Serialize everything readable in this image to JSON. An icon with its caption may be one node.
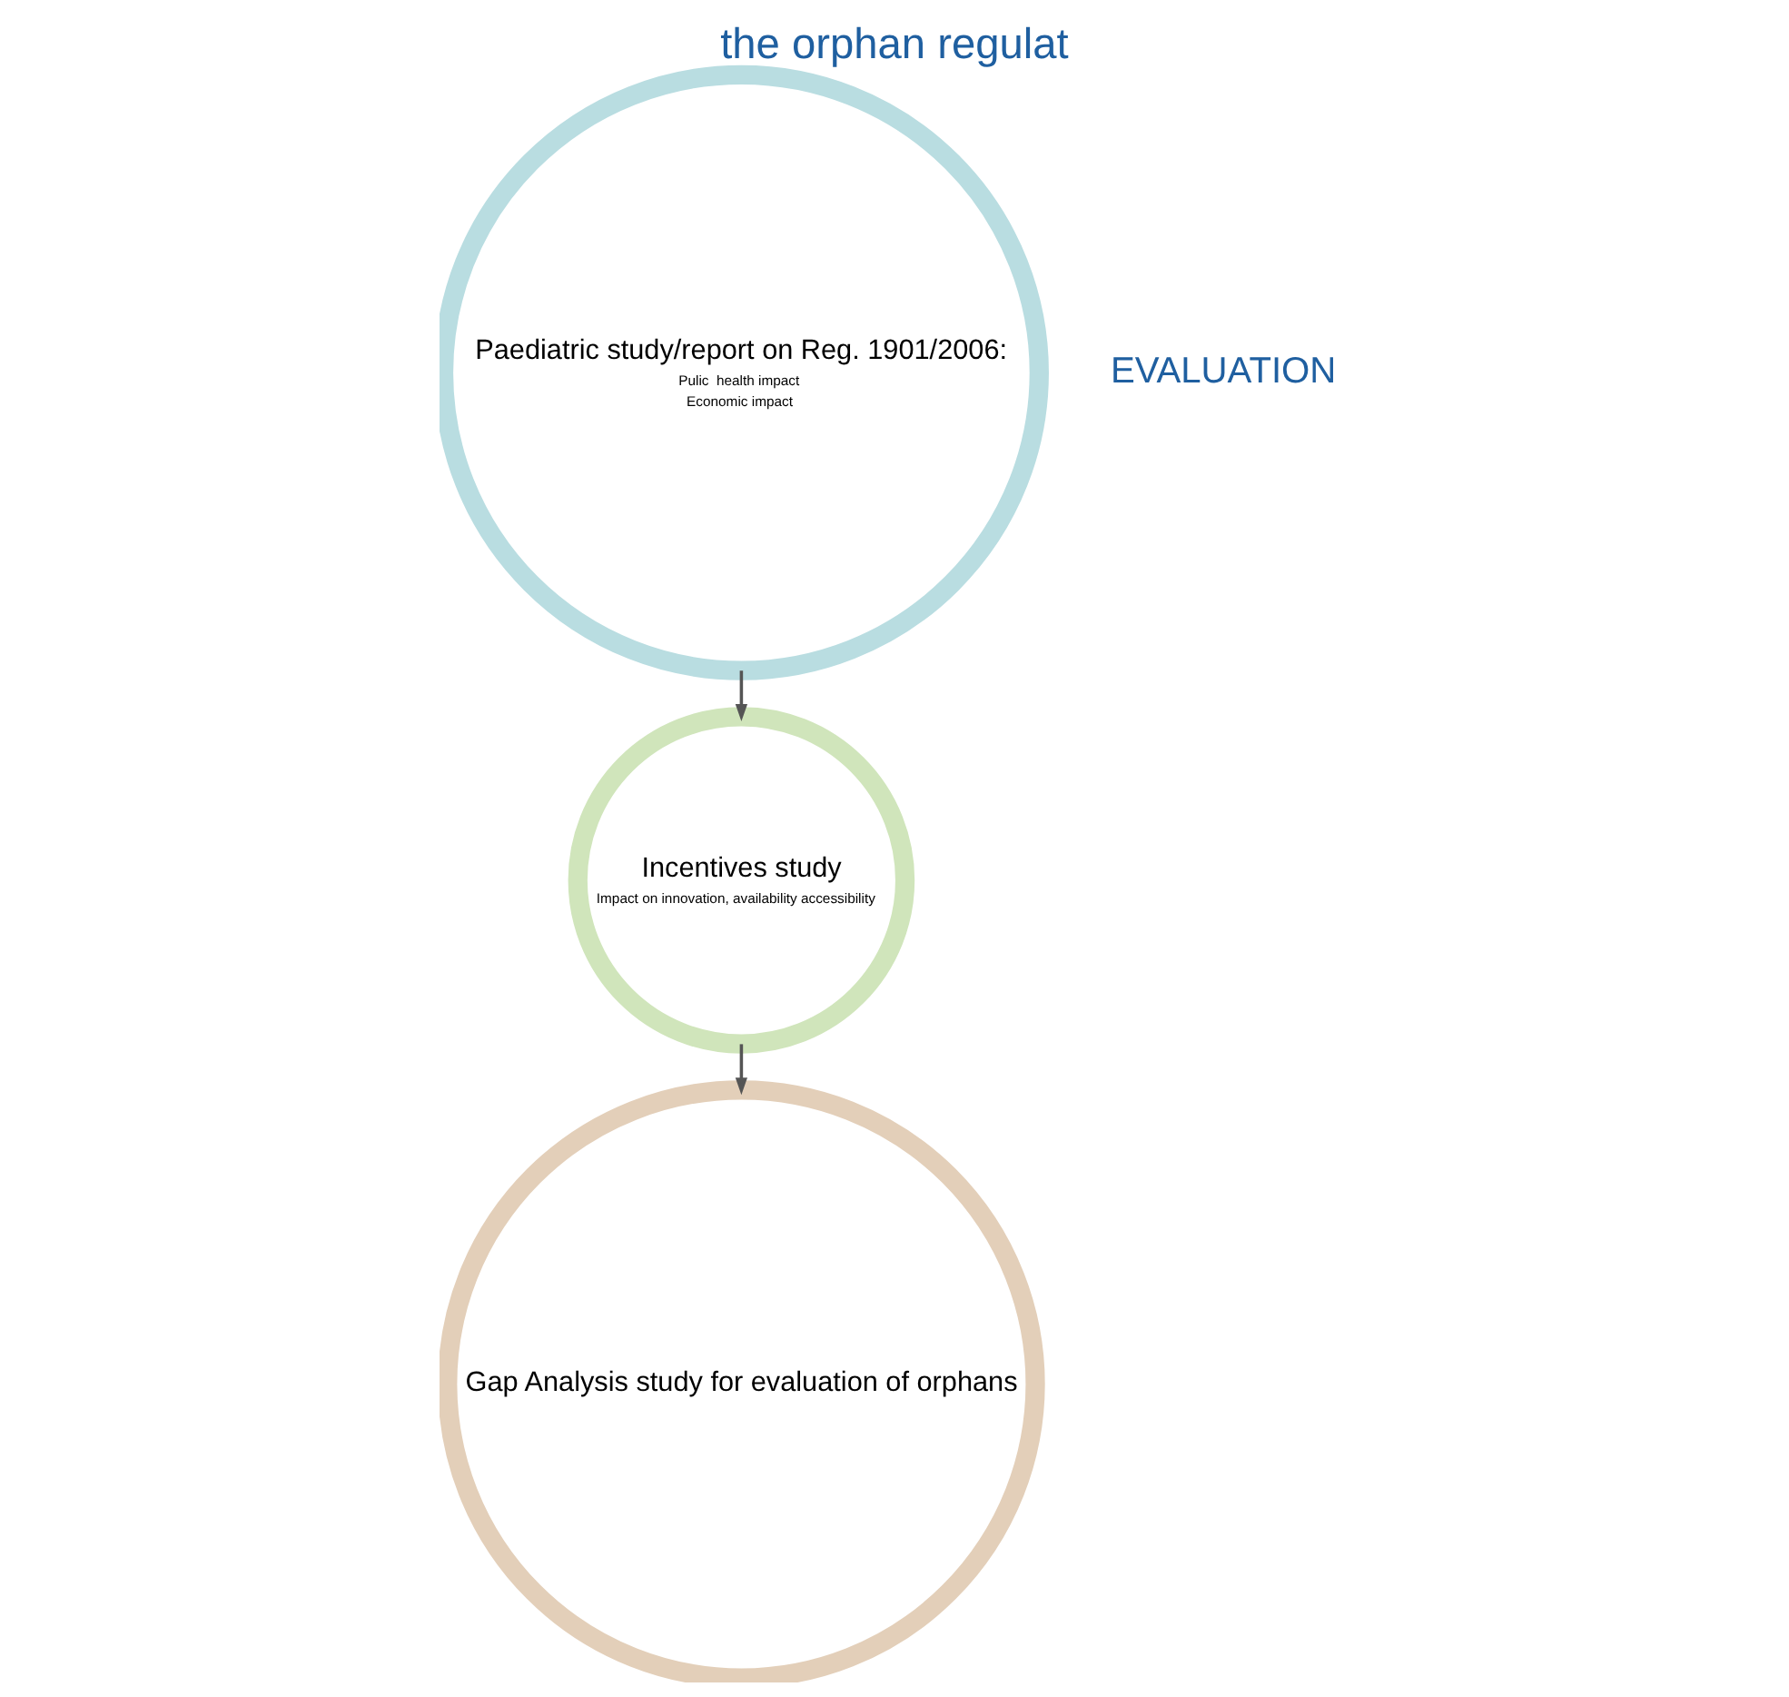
{
  "diagram": {
    "title": "the orphan regulat",
    "nodes": [
      {
        "text": [
          "Paediatric study/report on Reg. 1901/2006:",
          "Pulic  health impact",
          "Economic impact"
        ]
      },
      {
        "text": [
          "Incentives study",
          "Impact on innovation, availability accessibility"
        ]
      },
      {
        "text": [
          "Gap Analysis study for evaluation of orphans"
        ]
      }
    ],
    "edges": [
      {
        "from": 0,
        "to": 1,
        "arrow": "to"
      },
      {
        "from": 1,
        "to": 2,
        "arrow": "to"
      }
    ],
    "labels": [
      "EVALUATION"
    ]
  }
}
